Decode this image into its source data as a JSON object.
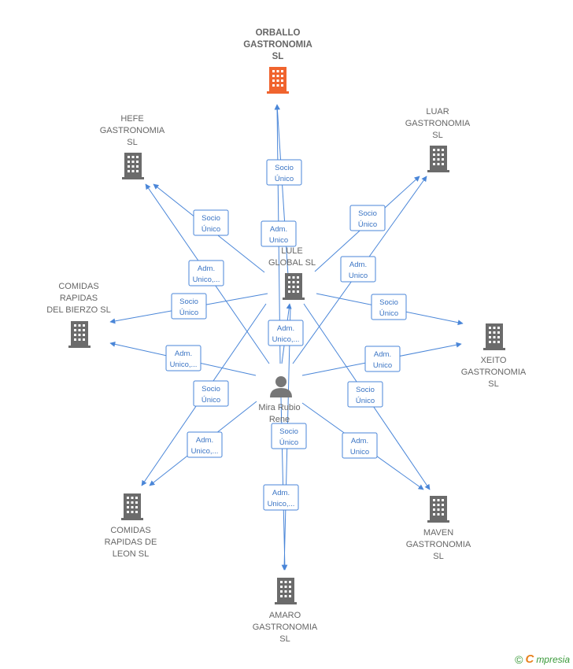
{
  "colors": {
    "edge": "#4a86d8",
    "company": "#6b6b6b",
    "main_company": "#f0642e",
    "person": "#777777"
  },
  "nodes": [
    {
      "id": "orballo",
      "lines": [
        "ORBALLO",
        "GASTRONOMIA",
        "SL"
      ],
      "main": true,
      "icon": "building-icon"
    },
    {
      "id": "hefe",
      "lines": [
        "HEFE",
        "GASTRONOMIA",
        "SL"
      ],
      "icon": "building-icon"
    },
    {
      "id": "luar",
      "lines": [
        "LUAR",
        "GASTRONOMIA",
        "SL"
      ],
      "icon": "building-icon"
    },
    {
      "id": "lule",
      "lines": [
        "LULE",
        "GLOBAL  SL"
      ],
      "icon": "building-icon"
    },
    {
      "id": "comidas_bierzo",
      "lines": [
        "COMIDAS",
        "RAPIDAS",
        "DEL BIERZO SL"
      ],
      "icon": "building-icon"
    },
    {
      "id": "xeito",
      "lines": [
        "XEITO",
        "GASTRONOMIA",
        "SL"
      ],
      "icon": "building-icon"
    },
    {
      "id": "comidas_leon",
      "lines": [
        "COMIDAS",
        "RAPIDAS DE",
        "LEON SL"
      ],
      "icon": "building-icon"
    },
    {
      "id": "maven",
      "lines": [
        "MAVEN",
        "GASTRONOMIA",
        "SL"
      ],
      "icon": "building-icon"
    },
    {
      "id": "amaro",
      "lines": [
        "AMARO",
        "GASTRONOMIA",
        "SL"
      ],
      "icon": "building-icon"
    }
  ],
  "person": {
    "id": "mira",
    "lines": [
      "Mira Rubio",
      "Rene"
    ],
    "icon": "person-icon"
  },
  "edges": [
    {
      "from": "lule",
      "to": "orballo",
      "lines": [
        "Socio",
        "Único"
      ]
    },
    {
      "from": "mira",
      "to": "orballo",
      "lines": [
        "Adm.",
        "Unico"
      ]
    },
    {
      "from": "lule",
      "to": "hefe",
      "lines": [
        "Adm.",
        "Unico,..."
      ]
    },
    {
      "from": "mira",
      "to": "hefe",
      "lines": [
        "Socio",
        "Único"
      ]
    },
    {
      "from": "lule",
      "to": "luar",
      "lines": [
        "Socio",
        "Único"
      ]
    },
    {
      "from": "mira",
      "to": "luar",
      "lines": [
        "Adm.",
        "Unico"
      ]
    },
    {
      "from": "lule",
      "to": "comidas_bierzo",
      "lines": [
        "Socio",
        "Único"
      ]
    },
    {
      "from": "mira",
      "to": "comidas_bierzo",
      "lines": [
        "Adm.",
        "Unico,..."
      ]
    },
    {
      "from": "lule",
      "to": "xeito",
      "lines": [
        "Socio",
        "Único"
      ]
    },
    {
      "from": "mira",
      "to": "xeito",
      "lines": [
        "Adm.",
        "Unico"
      ]
    },
    {
      "from": "lule",
      "to": "comidas_leon",
      "lines": [
        "Socio",
        "Único"
      ]
    },
    {
      "from": "mira",
      "to": "comidas_leon",
      "lines": [
        "Adm.",
        "Unico,..."
      ]
    },
    {
      "from": "lule",
      "to": "maven",
      "lines": [
        "Socio",
        "Único"
      ]
    },
    {
      "from": "mira",
      "to": "maven",
      "lines": [
        "Adm.",
        "Unico"
      ]
    },
    {
      "from": "lule",
      "to": "amaro",
      "lines": [
        "Socio",
        "Único"
      ]
    },
    {
      "from": "mira",
      "to": "amaro",
      "lines": [
        "Adm.",
        "Unico,..."
      ]
    },
    {
      "from": "mira",
      "to": "lule",
      "lines": [
        "Adm.",
        "Unico,..."
      ]
    }
  ],
  "footer": {
    "copyright": "©",
    "brand_initial": "C",
    "brand_rest": "mpresia"
  }
}
